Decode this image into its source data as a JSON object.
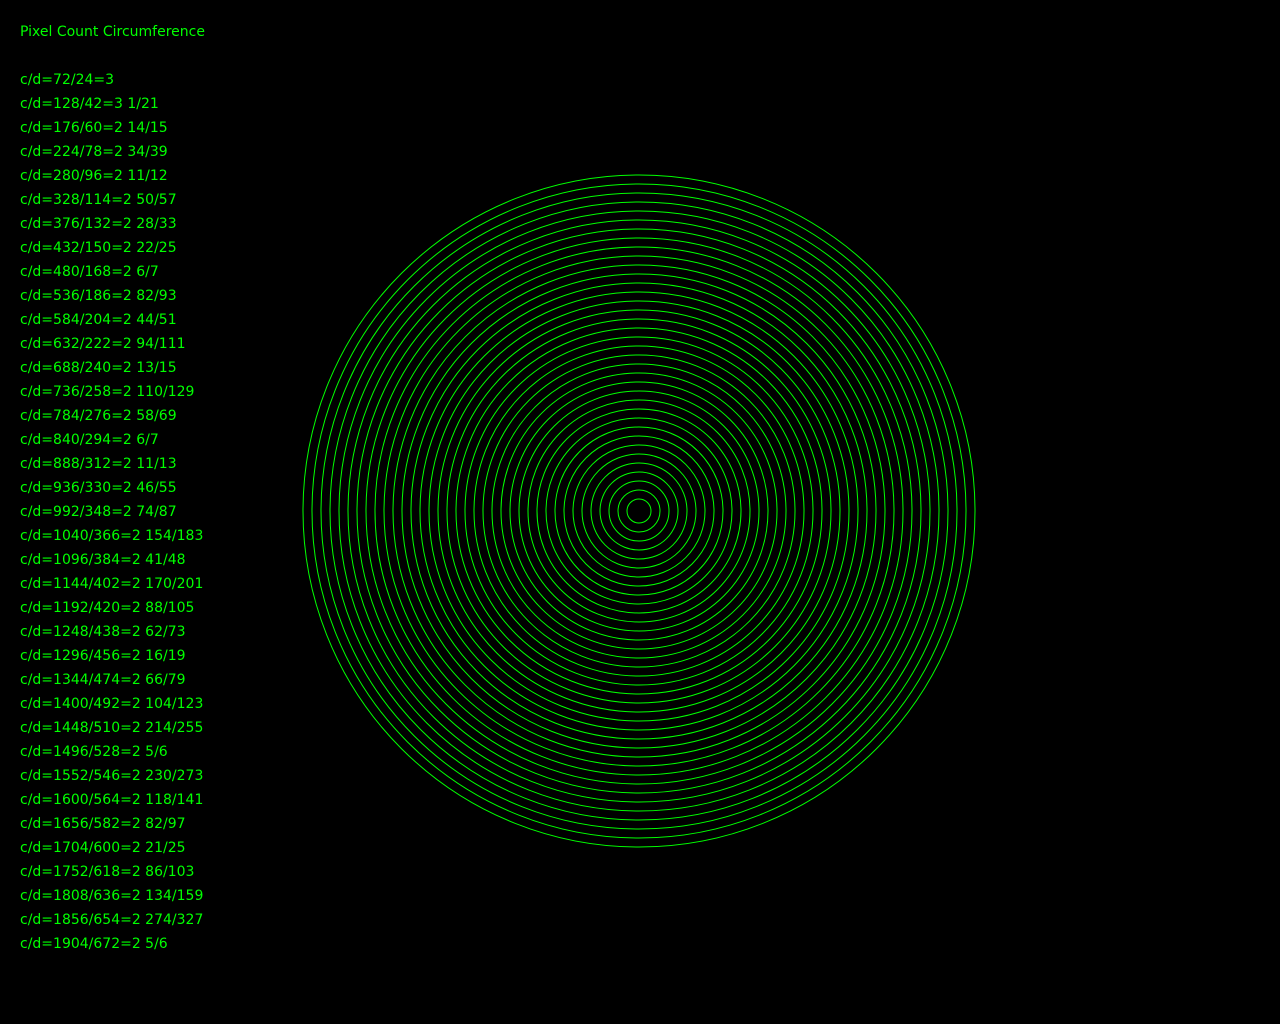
{
  "title": "Pixel Count Circumference",
  "colors": {
    "foreground": "#00ff00",
    "background": "#000000"
  },
  "ratios": [
    "c/d=72/24=3",
    "c/d=128/42=3 1/21",
    "c/d=176/60=2 14/15",
    "c/d=224/78=2 34/39",
    "c/d=280/96=2 11/12",
    "c/d=328/114=2 50/57",
    "c/d=376/132=2 28/33",
    "c/d=432/150=2 22/25",
    "c/d=480/168=2 6/7",
    "c/d=536/186=2 82/93",
    "c/d=584/204=2 44/51",
    "c/d=632/222=2 94/111",
    "c/d=688/240=2 13/15",
    "c/d=736/258=2 110/129",
    "c/d=784/276=2 58/69",
    "c/d=840/294=2 6/7",
    "c/d=888/312=2 11/13",
    "c/d=936/330=2 46/55",
    "c/d=992/348=2 74/87",
    "c/d=1040/366=2 154/183",
    "c/d=1096/384=2 41/48",
    "c/d=1144/402=2 170/201",
    "c/d=1192/420=2 88/105",
    "c/d=1248/438=2 62/73",
    "c/d=1296/456=2 16/19",
    "c/d=1344/474=2 66/79",
    "c/d=1400/492=2 104/123",
    "c/d=1448/510=2 214/255",
    "c/d=1496/528=2 5/6",
    "c/d=1552/546=2 230/273",
    "c/d=1600/564=2 118/141",
    "c/d=1656/582=2 82/97",
    "c/d=1704/600=2 21/25",
    "c/d=1752/618=2 86/103",
    "c/d=1808/636=2 134/159",
    "c/d=1856/654=2 274/327",
    "c/d=1904/672=2 5/6"
  ],
  "circle_diameters": [
    24,
    42,
    60,
    78,
    96,
    114,
    132,
    150,
    168,
    186,
    204,
    222,
    240,
    258,
    276,
    294,
    312,
    330,
    348,
    366,
    384,
    402,
    420,
    438,
    456,
    474,
    492,
    510,
    528,
    546,
    564,
    582,
    600,
    618,
    636,
    654,
    672
  ]
}
